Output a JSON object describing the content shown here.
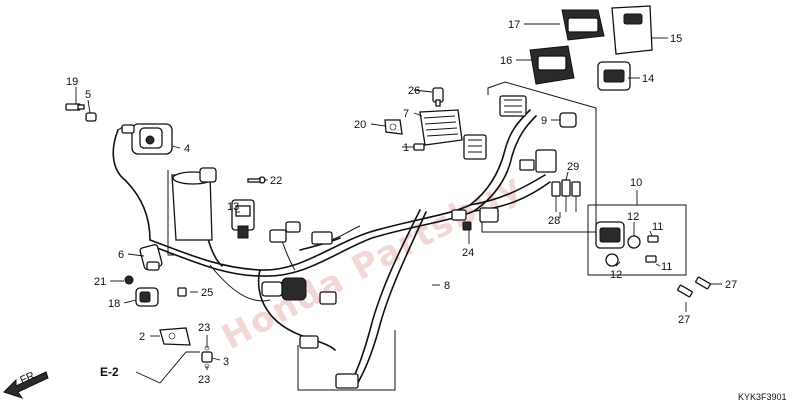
{
  "diagram_code": "KYK3F3901",
  "watermark": "Honda Partsbuy",
  "direction_label": "FR.",
  "reference_label": "E-2",
  "callouts": [
    {
      "id": "c1",
      "text": "1"
    },
    {
      "id": "c2",
      "text": "2"
    },
    {
      "id": "c3",
      "text": "3"
    },
    {
      "id": "c4",
      "text": "4"
    },
    {
      "id": "c5",
      "text": "5"
    },
    {
      "id": "c6",
      "text": "6"
    },
    {
      "id": "c7",
      "text": "7"
    },
    {
      "id": "c8",
      "text": "8"
    },
    {
      "id": "c9",
      "text": "9"
    },
    {
      "id": "c10",
      "text": "10"
    },
    {
      "id": "c11a",
      "text": "11"
    },
    {
      "id": "c11b",
      "text": "11"
    },
    {
      "id": "c12a",
      "text": "12"
    },
    {
      "id": "c12b",
      "text": "12"
    },
    {
      "id": "c13",
      "text": "13"
    },
    {
      "id": "c14",
      "text": "14"
    },
    {
      "id": "c15",
      "text": "15"
    },
    {
      "id": "c16",
      "text": "16"
    },
    {
      "id": "c17",
      "text": "17"
    },
    {
      "id": "c18",
      "text": "18"
    },
    {
      "id": "c19",
      "text": "19"
    },
    {
      "id": "c20",
      "text": "20"
    },
    {
      "id": "c21",
      "text": "21"
    },
    {
      "id": "c22",
      "text": "22"
    },
    {
      "id": "c23a",
      "text": "23"
    },
    {
      "id": "c23b",
      "text": "23"
    },
    {
      "id": "c24",
      "text": "24"
    },
    {
      "id": "c25",
      "text": "25"
    },
    {
      "id": "c26",
      "text": "26"
    },
    {
      "id": "c27a",
      "text": "27"
    },
    {
      "id": "c27b",
      "text": "27"
    },
    {
      "id": "c28",
      "text": "28"
    },
    {
      "id": "c29",
      "text": "29"
    }
  ]
}
